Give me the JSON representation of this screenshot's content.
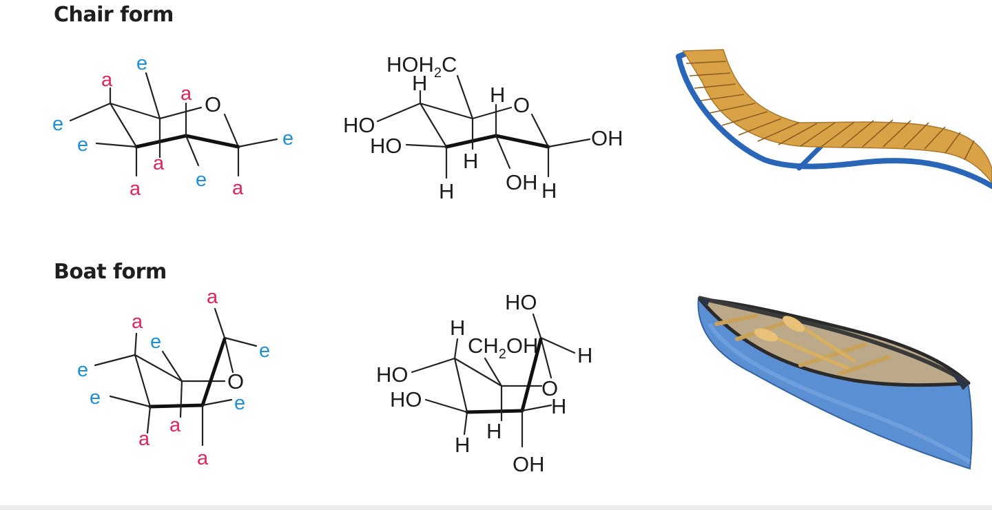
{
  "headings": {
    "chair": "Chair form",
    "boat": "Boat form"
  },
  "colors": {
    "axial": "#e0245e",
    "equatorial": "#1e90d6",
    "text": "#1c1c1c"
  },
  "labels": {
    "axial": "a",
    "equatorial": "e"
  },
  "chair_glucose": {
    "ring_oxygen": "O",
    "hoh2c": "HOH",
    "hoh2c_sub": "2",
    "hoh2c_end": "C",
    "h_c5": "H",
    "h_c4": "H",
    "ho_c4": "HO",
    "ho_c3": "HO",
    "h_c3": "H",
    "h_c2": "H",
    "oh_c2": "OH",
    "h_c1": "H",
    "oh_c1": "OH"
  },
  "boat_glucose": {
    "ring_oxygen": "O",
    "ho_top": "HO",
    "h_c1": "H",
    "h_c4": "H",
    "ch2oh": "CH",
    "ch2oh_sub": "2",
    "ch2oh_end": "OH",
    "ho_c4": "HO",
    "ho_c3": "HO",
    "h_c2": "H",
    "h_c3_a": "H",
    "h_c3_b": "H",
    "oh_c2": "OH"
  },
  "images": {
    "chair": "lounge-chair-illustration",
    "boat": "canoe-illustration"
  }
}
